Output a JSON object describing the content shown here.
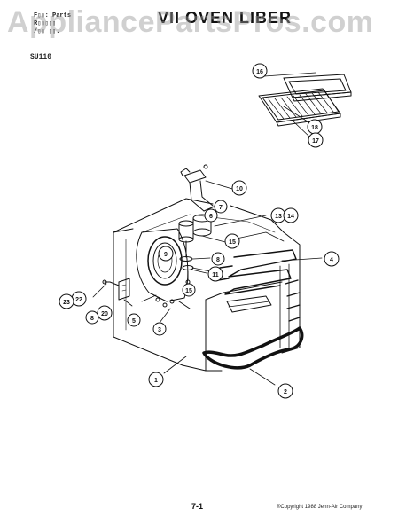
{
  "header": {
    "line1": "F▯▯: Parts",
    "line2": "R▯▯▯▯▯",
    "line3": "/▯▯ ▯▯.",
    "title": "VII OVEN LIBER",
    "model": "SU110"
  },
  "watermark": "AppliancePartsPros.com",
  "callouts": [
    "1",
    "2",
    "3",
    "4",
    "5",
    "6",
    "7",
    "8",
    "9",
    "10",
    "11",
    "13",
    "14",
    "15",
    "16",
    "17",
    "18",
    "20",
    "22",
    "23"
  ],
  "footer": {
    "page": "7-1",
    "copyright": "®Copyright 1988 Jenn-Air Company"
  }
}
